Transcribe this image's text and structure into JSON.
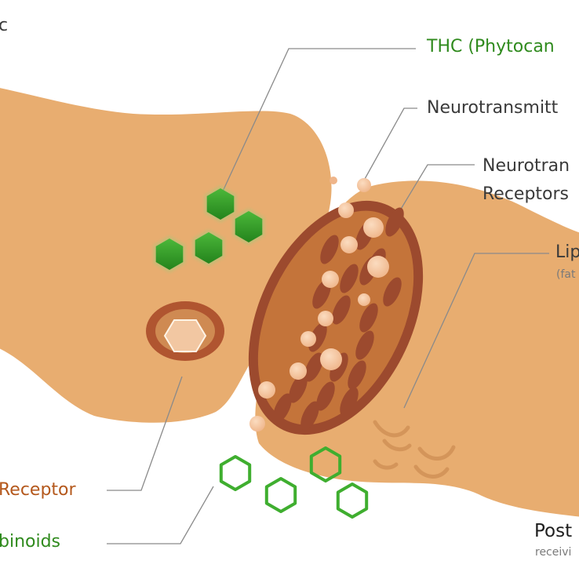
{
  "labels": {
    "corner": "c",
    "thc": "THC (Phytocan",
    "neurotransmitter": "Neurotransmitt",
    "neuro_receptors_line1": "Neurotran",
    "neuro_receptors_line2": "Receptors",
    "lipid": "Lip",
    "lipid_sub": "(fat",
    "cannabinoid_receptor": "Receptor",
    "cannabinoids": "binoids",
    "postsynaptic": "Post",
    "postsynaptic_sub": "receivi"
  },
  "colors": {
    "neuron": "#e8ad70",
    "neuron_dark": "#d99a5c",
    "receptor_rim": "#9c4a2e",
    "receptor_inner": "#c4743a",
    "ellipse": "#9c4a2e",
    "vesicle": "#f5c7a0",
    "thc_green": "#3aa02c",
    "cannabinoid_outline": "#3fae2f",
    "line": "#8a8a8a"
  },
  "icons": {
    "phytocannabinoid": "green-filled-hexagon",
    "endocannabinoid": "green-outline-hexagon",
    "cb1-ligand": "pale-hexagon"
  }
}
